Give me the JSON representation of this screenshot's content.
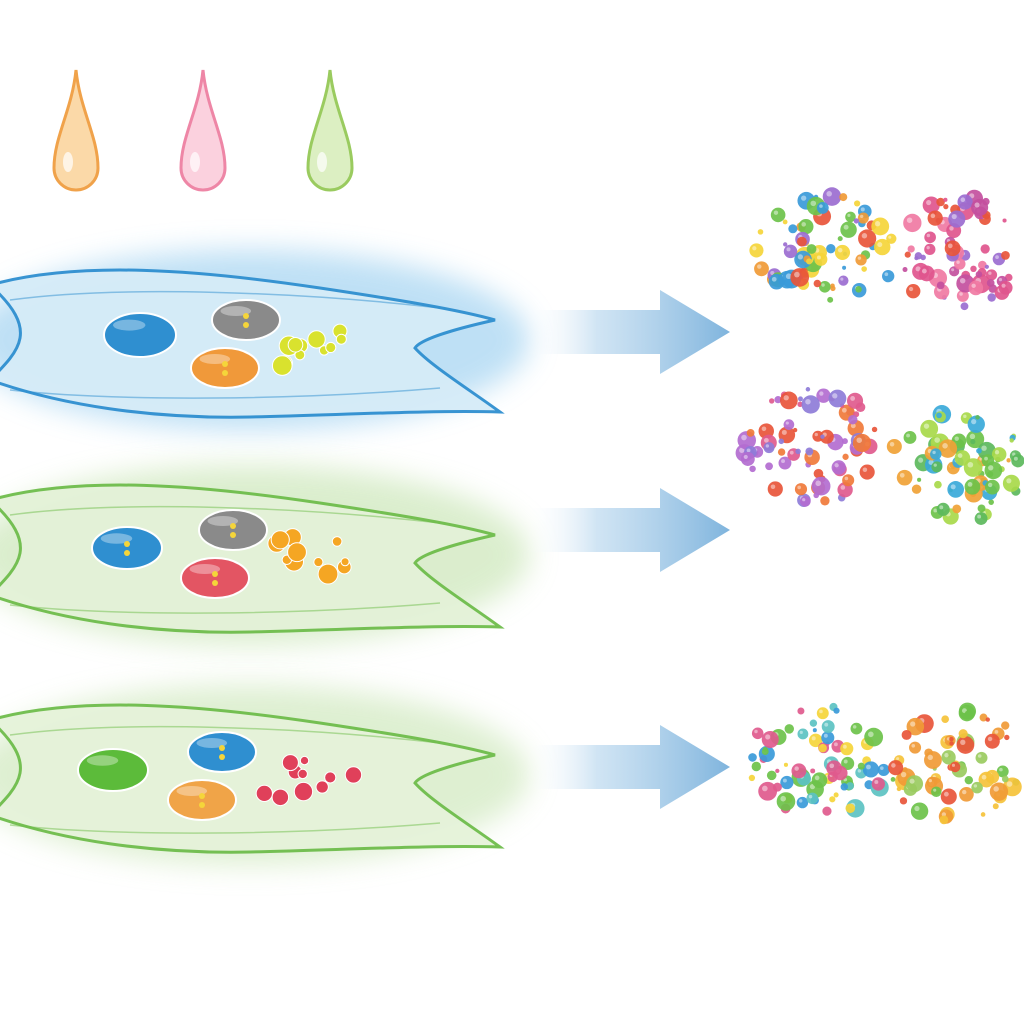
{
  "diagram": {
    "droplets": [
      {
        "name": "orange-droplet",
        "color": "#f0a24a",
        "light": "#fbd9a8"
      },
      {
        "name": "pink-droplet",
        "color": "#ee86a6",
        "light": "#fbd1de"
      },
      {
        "name": "green-droplet",
        "color": "#9acb5f",
        "light": "#dcefc2"
      }
    ],
    "rows": [
      {
        "name": "row-1",
        "theme": "blue",
        "cell_fill": "#d6ecf8",
        "cell_stroke": "#2f8fd0",
        "halo": "#a9d6f2",
        "organelles": [
          {
            "name": "blue-organelle",
            "color": "#2f8fd0"
          },
          {
            "name": "gray-organelle",
            "color": "#8a8a8a"
          },
          {
            "name": "orange-organelle",
            "color": "#f0993a"
          }
        ],
        "granule_color": "#d9e22e",
        "outputs": [
          {
            "name": "mixed-particle-cluster",
            "palette": [
              "#f09a36",
              "#6cc24a",
              "#f5d53a",
              "#3a9ad9",
              "#e8553a",
              "#9b6cd0"
            ]
          },
          {
            "name": "pink-particle-cluster",
            "palette": [
              "#e0558d",
              "#c34f9e",
              "#f07aa3",
              "#9b6cd0",
              "#e8553a"
            ]
          }
        ]
      },
      {
        "name": "row-2",
        "theme": "green",
        "cell_fill": "#e4f2d8",
        "cell_stroke": "#6fbd4c",
        "halo": "#cfe8bd",
        "organelles": [
          {
            "name": "blue-organelle",
            "color": "#2f8fd0"
          },
          {
            "name": "gray-organelle",
            "color": "#8a8a8a"
          },
          {
            "name": "red-organelle",
            "color": "#e35563"
          }
        ],
        "granule_color": "#f5a623",
        "outputs": [
          {
            "name": "purple-red-particle-cluster",
            "palette": [
              "#b36cd0",
              "#e8553a",
              "#f07a3a",
              "#e05a8d",
              "#8e7cd8"
            ]
          },
          {
            "name": "green-blue-particle-cluster",
            "palette": [
              "#6cc24a",
              "#3aa9d9",
              "#a8d94a",
              "#5cb85c",
              "#f0a236"
            ]
          }
        ]
      },
      {
        "name": "row-3",
        "theme": "green",
        "cell_fill": "#e6f3da",
        "cell_stroke": "#6fbd4c",
        "halo": "#d3eac2",
        "organelles": [
          {
            "name": "green-organelle",
            "color": "#5cbb3a"
          },
          {
            "name": "blue-organelle",
            "color": "#2f8fd0"
          },
          {
            "name": "orange-organelle",
            "color": "#f0a448"
          }
        ],
        "granule_color": "#e0405a",
        "outputs": [
          {
            "name": "blue-particle-cluster",
            "palette": [
              "#3a9ad9",
              "#5cc2c2",
              "#6cc24a",
              "#f5d53a",
              "#e05a8d"
            ]
          },
          {
            "name": "orange-particle-cluster",
            "palette": [
              "#f09a36",
              "#f5c23a",
              "#e8553a",
              "#6cc24a",
              "#9acb5f"
            ]
          }
        ]
      }
    ],
    "arrow_color": "#7fb4dd"
  }
}
